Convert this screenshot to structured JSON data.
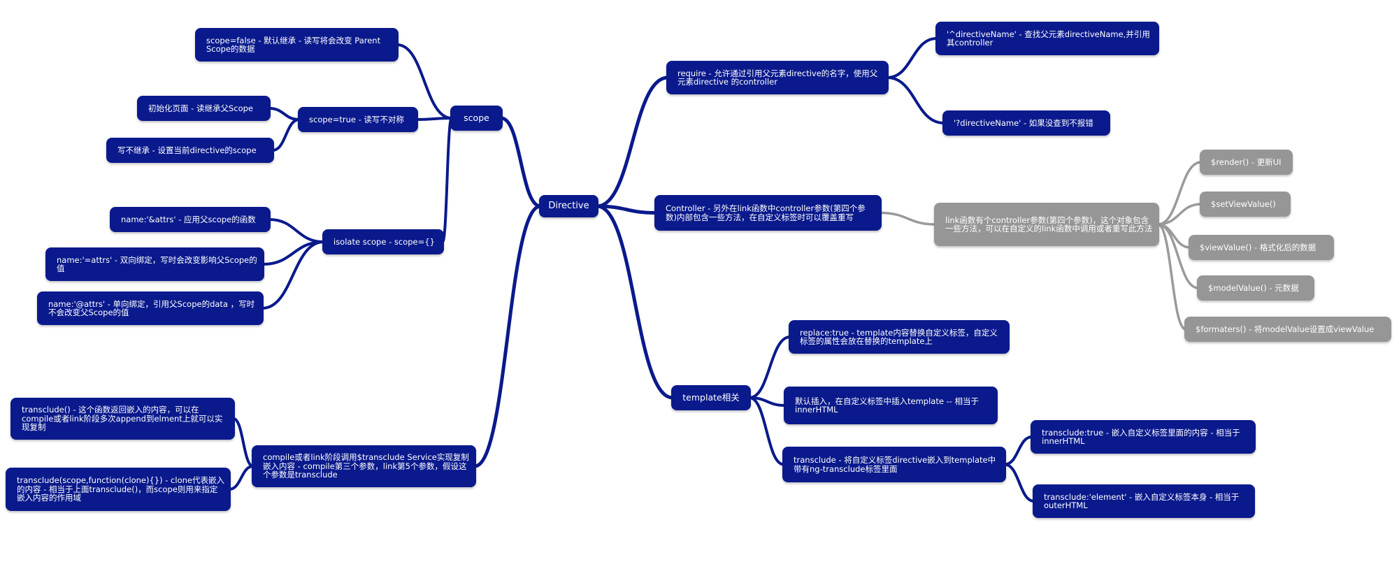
{
  "colors": {
    "primary_node": "#0a1a8c",
    "primary_edge": "#0a1a8c",
    "secondary_node": "#969696",
    "secondary_edge": "#9a9a9a",
    "text": "#ffffff",
    "background": "#ffffff"
  },
  "root": {
    "id": "directive",
    "label": "Directive"
  },
  "nodes": [
    {
      "id": "require",
      "parent": "directive",
      "label": "require - 允许通过引用父元素directive的名字，使用父元素directive 的controller"
    },
    {
      "id": "req-caret",
      "parent": "require",
      "label": "'^directiveName' - 查找父元素directiveName,并引用其controller"
    },
    {
      "id": "req-question",
      "parent": "require",
      "label": "'?directiveName' - 如果没查到不报错"
    },
    {
      "id": "controller",
      "parent": "directive",
      "label": "Controller - 另外在link函数中controller参数(第四个参数)内部包含一些方法，在自定义标签时可以覆盖重写"
    },
    {
      "id": "link-ctrl",
      "parent": "controller",
      "tone": "gray",
      "label": "link函数有个controller参数(第四个参数)，这个对象包含一些方法，可以在自定义的link函数中调用或者重写此方法"
    },
    {
      "id": "render",
      "parent": "link-ctrl",
      "tone": "gray",
      "label": "$render() - 更新UI"
    },
    {
      "id": "setviewvalue",
      "parent": "link-ctrl",
      "tone": "gray",
      "label": "$setViewValue()"
    },
    {
      "id": "viewvalue",
      "parent": "link-ctrl",
      "tone": "gray",
      "label": "$viewValue() - 格式化后的数据"
    },
    {
      "id": "modelvalue",
      "parent": "link-ctrl",
      "tone": "gray",
      "label": "$modelValue() - 元数据"
    },
    {
      "id": "formaters",
      "parent": "link-ctrl",
      "tone": "gray",
      "label": "$formaters() - 将modelValue设置成viewValue"
    },
    {
      "id": "template",
      "parent": "directive",
      "label": "template相关"
    },
    {
      "id": "replace",
      "parent": "template",
      "label": "replace:true - template内容替换自定义标签，自定义标签的属性会放在替换的template上"
    },
    {
      "id": "default-insert",
      "parent": "template",
      "label": "默认插入，在自定义标签中插入template -- 相当于innerHTML"
    },
    {
      "id": "transclude-template",
      "parent": "template",
      "label": "transclude - 将自定义标签directive嵌入到template中带有ng-transclude标签里面"
    },
    {
      "id": "transclude-true",
      "parent": "transclude-template",
      "label": "transclude:true - 嵌入自定义标签里面的内容 - 相当于innerHTML"
    },
    {
      "id": "transclude-element",
      "parent": "transclude-template",
      "label": "transclude:'element' - 嵌入自定义标签本身 - 相当于outerHTML"
    },
    {
      "id": "scope",
      "parent": "directive",
      "label": "scope"
    },
    {
      "id": "scope-false",
      "parent": "scope",
      "label": "scope=false - 默认继承 - 读写将会改变 Parent Scope的数据"
    },
    {
      "id": "scope-true",
      "parent": "scope",
      "label": "scope=true - 读写不对称"
    },
    {
      "id": "init-read",
      "parent": "scope-true",
      "label": "初始化页面 - 读继承父Scope"
    },
    {
      "id": "write-no-inherit",
      "parent": "scope-true",
      "label": "写不继承 - 设置当前directive的scope"
    },
    {
      "id": "isolate",
      "parent": "scope",
      "label": "isolate scope - scope={}"
    },
    {
      "id": "iso-and",
      "parent": "isolate",
      "label": "name:'&attrs' - 应用父scope的函数"
    },
    {
      "id": "iso-eq",
      "parent": "isolate",
      "label": "name:'=attrs' - 双向绑定，写时会改变影响父Scope的值"
    },
    {
      "id": "iso-at",
      "parent": "isolate",
      "label": "name:'@attrs' - 单向绑定，引用父Scope的data ，写时不会改变父Scope的值"
    },
    {
      "id": "compile",
      "parent": "directive",
      "label": "compile或者link阶段调用$transclude Service实现复制嵌入内容 - compile第三个参数，link第5个参数，假设这个参数是transclude"
    },
    {
      "id": "transclude-fn",
      "parent": "compile",
      "label": "transclude() - 这个函数返回嵌入的内容，可以在compile或者link阶段多次append到elment上就可以实现复制"
    },
    {
      "id": "transclude-scope",
      "parent": "compile",
      "label": "transclude(scope,function(clone){}) - clone代表嵌入的内容 - 相当于上面transclude()，而scope则用来指定嵌入内容的作用域"
    }
  ]
}
